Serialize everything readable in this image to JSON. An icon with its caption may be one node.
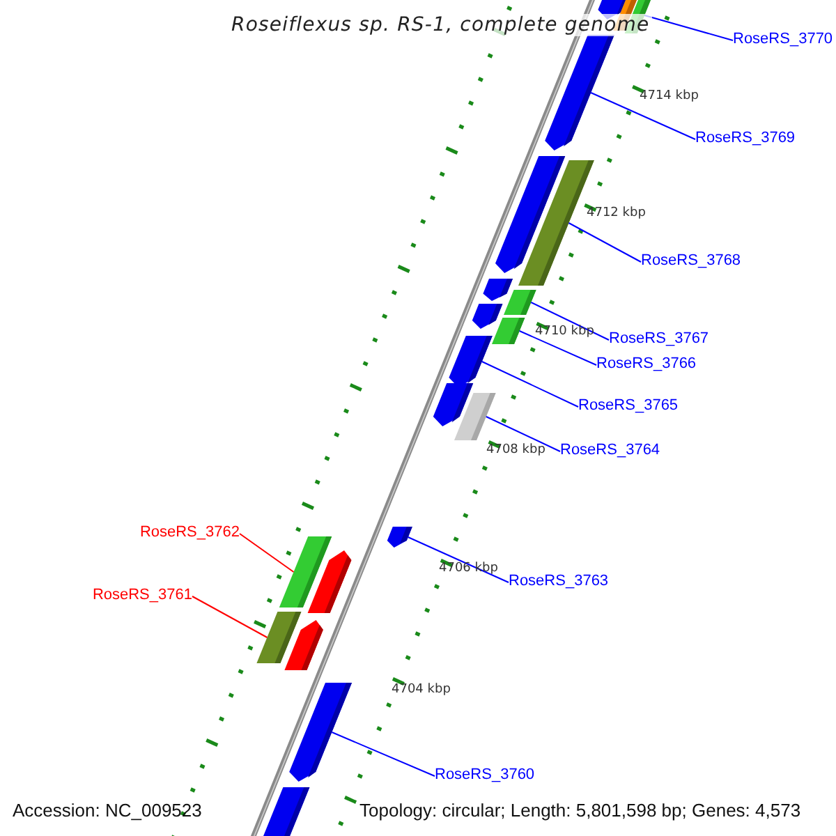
{
  "diagram": {
    "title": "Roseiflexus sp. RS-1, complete genome",
    "nodes": [
      {
        "text": [
          "RoseRS_3770"
        ]
      },
      {
        "text": [],
        "shape": "bar"
      },
      {
        "text": [
          "RoseRS_3769"
        ]
      },
      {
        "text": [],
        "shape": "arrow"
      },
      {
        "text": [
          "RoseRS_3768"
        ]
      },
      {
        "text": [],
        "shape": "bar"
      },
      {
        "text": [
          "RoseRS_3767"
        ]
      },
      {
        "text": [],
        "shape": "bar"
      },
      {
        "text": [
          "RoseRS_3766"
        ]
      },
      {
        "text": [],
        "shape": "bar"
      },
      {
        "text": [
          "RoseRS_3765"
        ]
      },
      {
        "text": [],
        "shape": "arrow"
      },
      {
        "text": [
          "RoseRS_3764"
        ]
      },
      {
        "text": [],
        "shape": "bar"
      },
      {
        "text": [
          "RoseRS_3762"
        ]
      },
      {
        "text": [],
        "shape": "bar"
      },
      {
        "text": [
          "RoseRS_3763"
        ]
      },
      {
        "text": [],
        "shape": "arrow"
      },
      {
        "text": [
          "RoseRS_3761"
        ]
      },
      {
        "text": [],
        "shape": "bar"
      },
      {
        "text": [
          "RoseRS_3760"
        ]
      },
      {
        "text": [],
        "shape": "arrow"
      }
    ],
    "edges": [
      {
        "from": 0,
        "to": 1,
        "arrow": "none"
      },
      {
        "from": 2,
        "to": 3,
        "arrow": "none"
      },
      {
        "from": 4,
        "to": 5,
        "arrow": "none"
      },
      {
        "from": 6,
        "to": 7,
        "arrow": "none"
      },
      {
        "from": 8,
        "to": 9,
        "arrow": "none"
      },
      {
        "from": 10,
        "to": 11,
        "arrow": "none"
      },
      {
        "from": 12,
        "to": 13,
        "arrow": "none"
      },
      {
        "from": 14,
        "to": 15,
        "arrow": "none",
        "color": "#ff0000"
      },
      {
        "from": 16,
        "to": 17,
        "arrow": "none"
      },
      {
        "from": 18,
        "to": 19,
        "arrow": "none",
        "color": "#ff0000"
      },
      {
        "from": 20,
        "to": 21,
        "arrow": "none"
      }
    ],
    "labels": [
      "4714 kbp",
      "4712 kbp",
      "4710 kbp",
      "4708 kbp",
      "4706 kbp",
      "4704 kbp",
      "Accession: NC_009523",
      "Topology: circular; Length: 5,801,598 bp; Genes: 4,573"
    ]
  }
}
